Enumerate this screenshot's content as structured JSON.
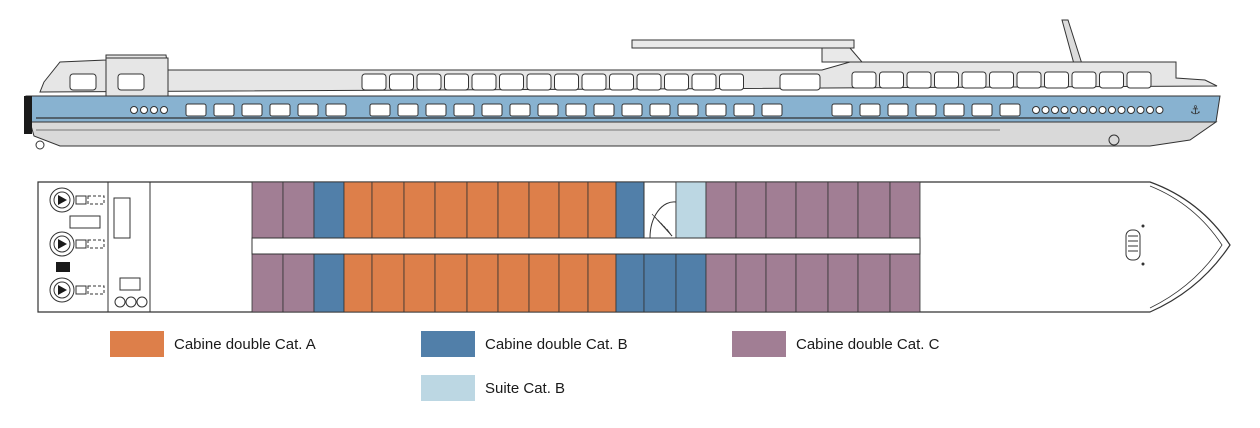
{
  "colors": {
    "cat_a": "#DD7F4A",
    "cat_b": "#517FA9",
    "cat_c": "#A17E94",
    "suite_b": "#BCD7E3",
    "hull_blue": "#88B2D0",
    "hull_grey": "#D9D9D9",
    "superstructure": "#E5E5E5",
    "outline": "#333333"
  },
  "legend": [
    {
      "key": "cat_a",
      "label": "Cabine double Cat. A"
    },
    {
      "key": "cat_b",
      "label": "Cabine double Cat. B"
    },
    {
      "key": "cat_c",
      "label": "Cabine double Cat. C"
    },
    {
      "key": "suite_b",
      "label": "Suite Cat. B"
    }
  ],
  "cabins": {
    "top_row": [
      "cat_c",
      "cat_c",
      "cat_b",
      "cat_a",
      "cat_a",
      "cat_a",
      "cat_a",
      "cat_a",
      "cat_a",
      "cat_a",
      "cat_a",
      "cat_a",
      "cat_b",
      "stairs",
      "suite_b",
      "cat_c",
      "cat_c",
      "cat_c",
      "cat_c",
      "cat_c",
      "cat_c",
      "cat_c"
    ],
    "bottom_row": [
      "cat_c",
      "cat_c",
      "cat_b",
      "cat_a",
      "cat_a",
      "cat_a",
      "cat_a",
      "cat_a",
      "cat_a",
      "cat_a",
      "cat_a",
      "cat_a",
      "cat_b",
      "cat_b",
      "cat_b",
      "cat_c",
      "cat_c",
      "cat_c",
      "cat_c",
      "cat_c",
      "cat_c",
      "cat_c"
    ]
  }
}
